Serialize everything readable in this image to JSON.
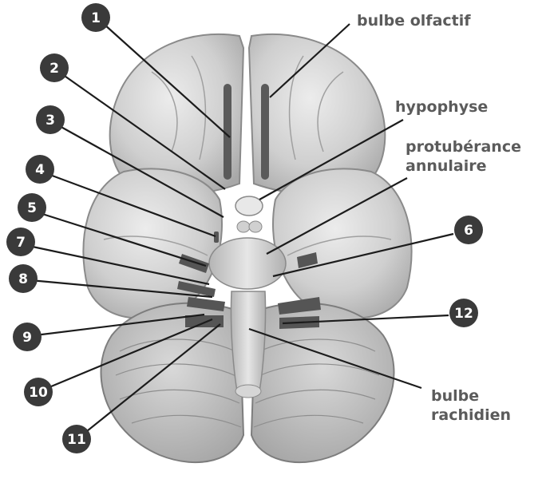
{
  "diagram": {
    "numbers": [
      "1",
      "2",
      "3",
      "4",
      "5",
      "6",
      "7",
      "8",
      "9",
      "10",
      "11",
      "12"
    ],
    "labels": {
      "olfactory_bulb": "bulbe olfactif",
      "pituitary": "hypophyse",
      "pons_line1": "protubérance",
      "pons_line2": "annulaire",
      "medulla_line1": "bulbe",
      "medulla_line2": "rachidien"
    },
    "colors": {
      "marker_fill": "#3a3a3a",
      "label_text": "#5b5b5b",
      "brain_light": "#dcdcdc",
      "brain_mid": "#bdbdbd",
      "brain_dark": "#8a8a8a",
      "nerve_dark": "#555555"
    }
  }
}
